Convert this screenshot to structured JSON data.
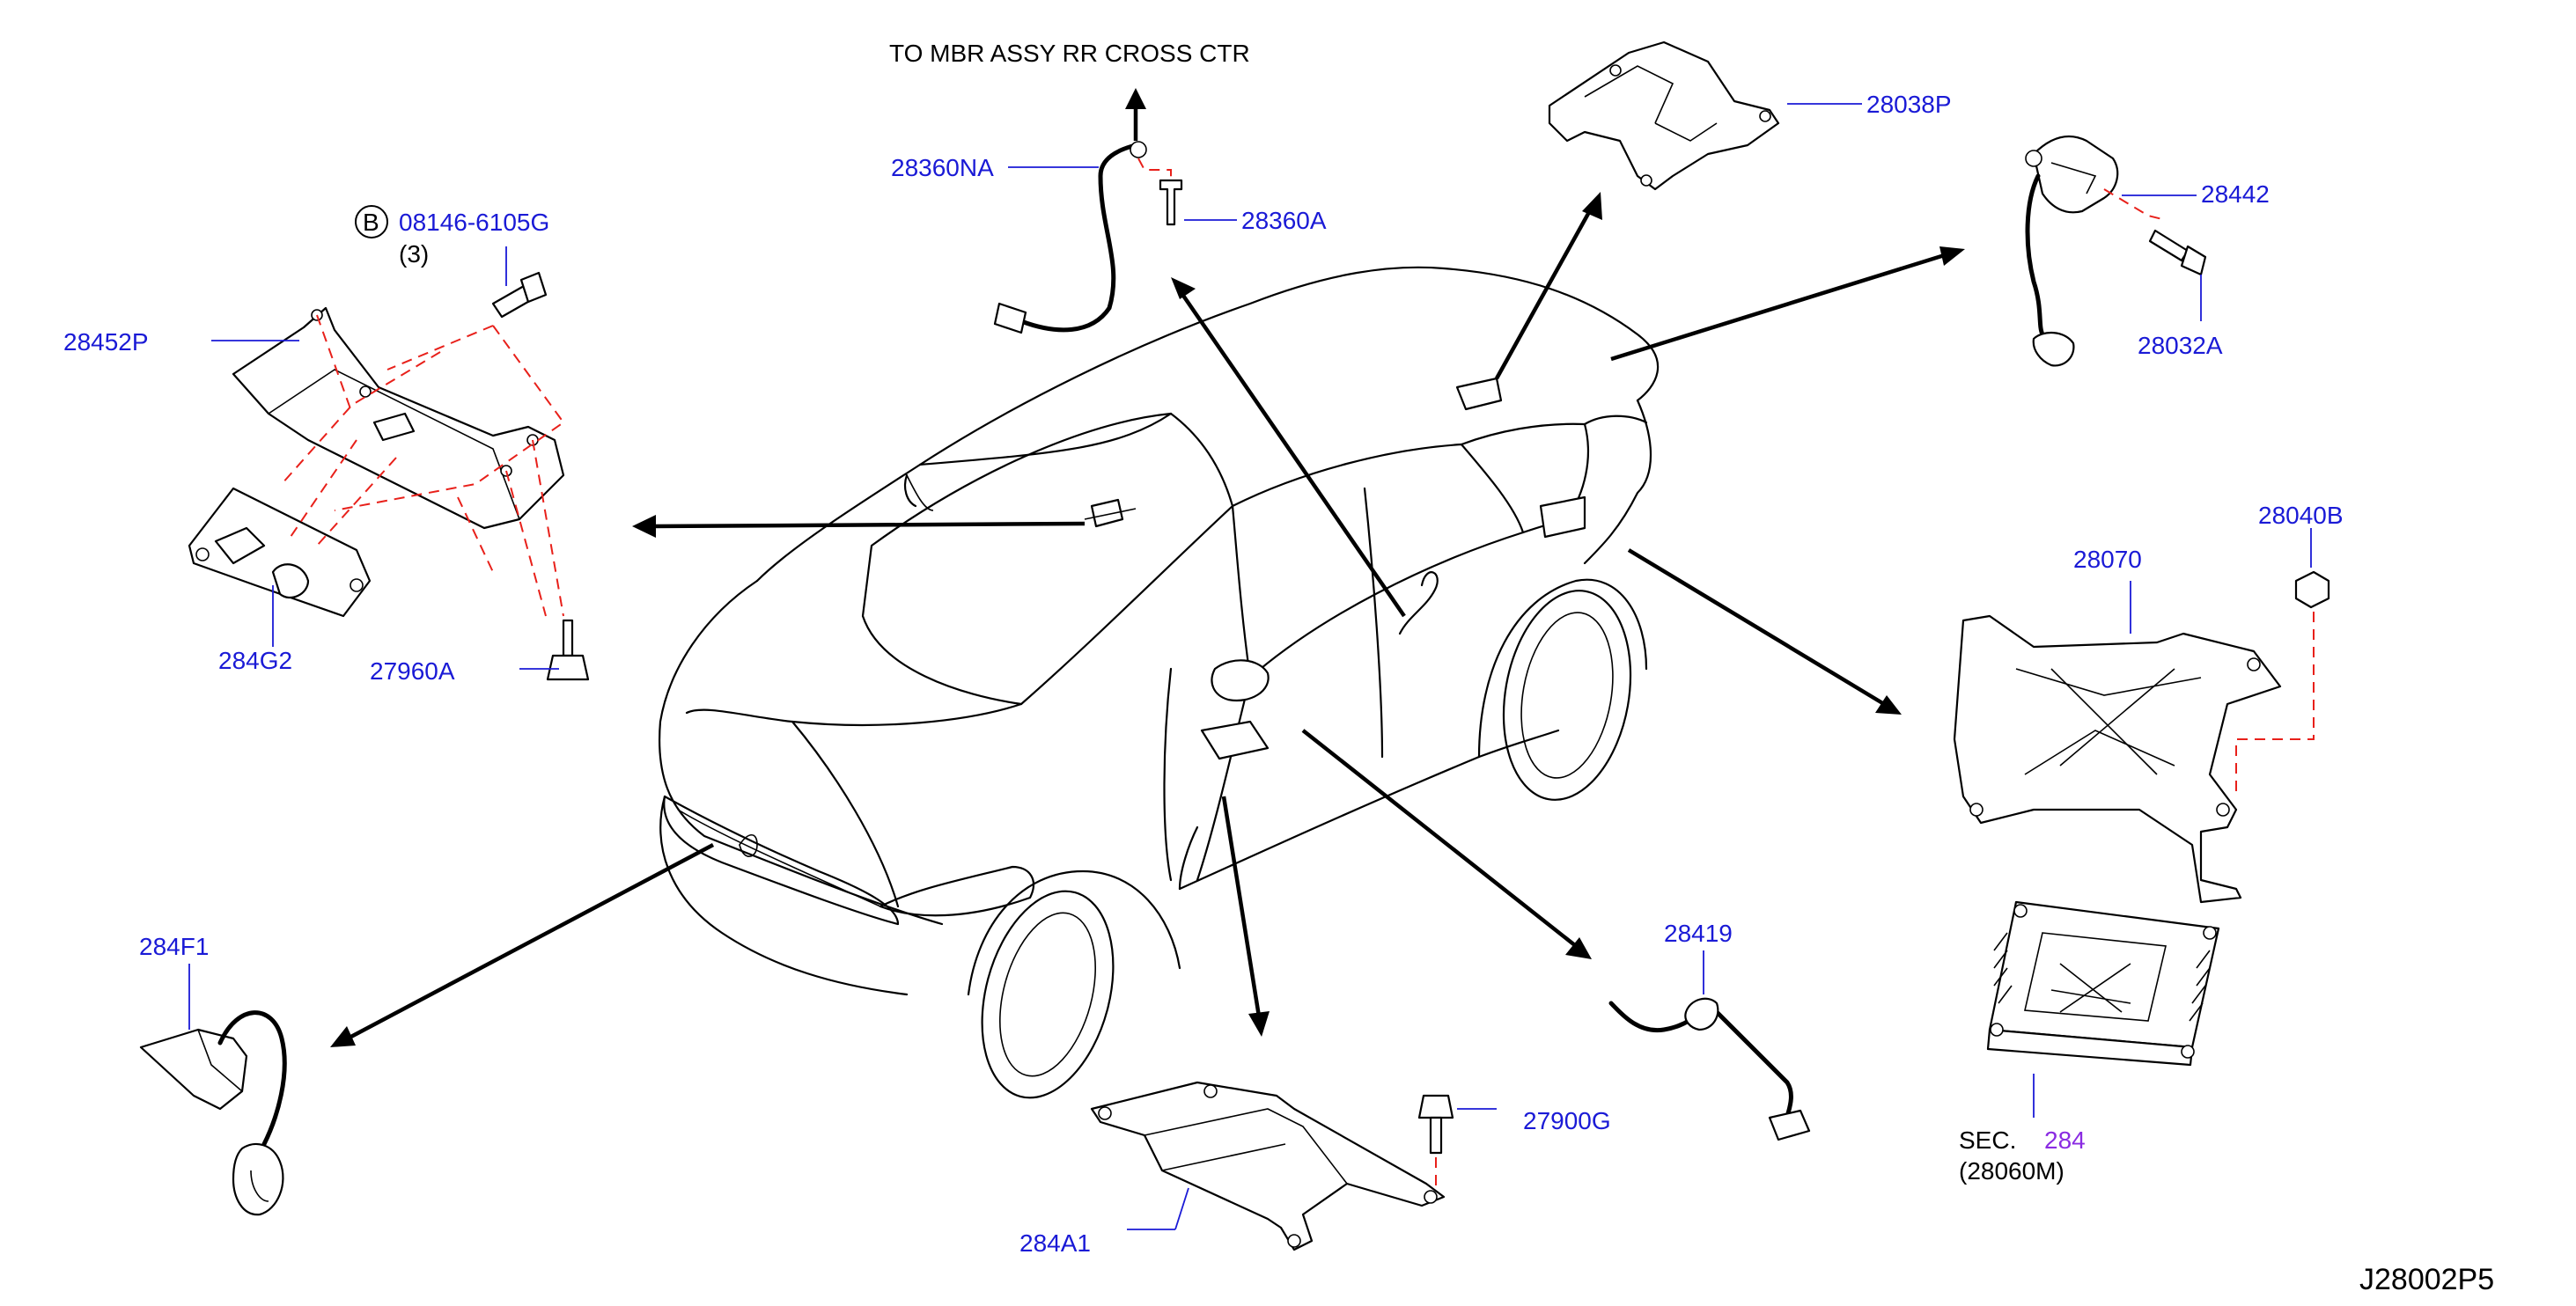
{
  "diagram_id": "J28002P5",
  "top_note": "TO   MBR   ASSY   RR   CROSS   CTR",
  "parts": {
    "p28360NA": "28360NA",
    "p28360A": "28360A",
    "p28038P": "28038P",
    "p28442": "28442",
    "p28032A": "28032A",
    "p08146": "08146-6105G",
    "p08146_qty": "(3)",
    "bolt_badge": "B",
    "p28452P": "28452P",
    "p284G2": "284G2",
    "p27960A": "27960A",
    "p28040B": "28040B",
    "p28070": "28070",
    "p284F1": "284F1",
    "p28419": "28419",
    "p27900G": "27900G",
    "p284A1": "284A1",
    "sec_prefix": "SEC.",
    "sec_number": "284",
    "p28060M": "(28060M)"
  },
  "colors": {
    "part_label": "#1a1ad6",
    "section_ref": "#8a2be2",
    "dashed_guide": "#e8201a",
    "line": "#000000"
  }
}
